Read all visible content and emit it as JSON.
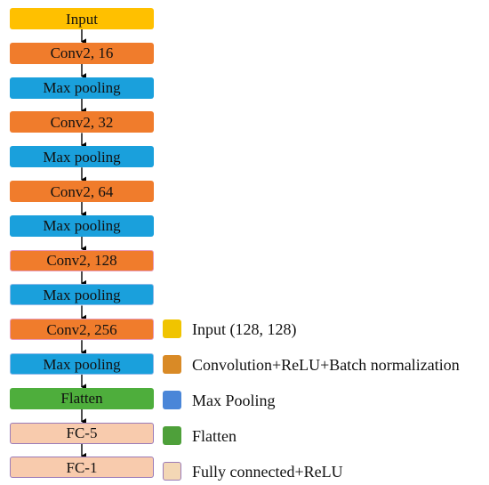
{
  "layers": [
    {
      "label": "Input",
      "kind": "input"
    },
    {
      "label": "Conv2, 16",
      "kind": "conv"
    },
    {
      "label": "Max pooling",
      "kind": "pool"
    },
    {
      "label": "Conv2, 32",
      "kind": "conv"
    },
    {
      "label": "Max pooling",
      "kind": "pool"
    },
    {
      "label": "Conv2, 64",
      "kind": "conv"
    },
    {
      "label": "Max pooling",
      "kind": "pool"
    },
    {
      "label": "Conv2, 128",
      "kind": "conv"
    },
    {
      "label": "Max pooling",
      "kind": "pool"
    },
    {
      "label": "Conv2, 256",
      "kind": "conv"
    },
    {
      "label": "Max pooling",
      "kind": "pool"
    },
    {
      "label": "Flatten",
      "kind": "flatten"
    },
    {
      "label": "FC-5",
      "kind": "fc"
    },
    {
      "label": "FC-1",
      "kind": "fc"
    }
  ],
  "legend": [
    {
      "label": "Input (128, 128)",
      "kind": "input"
    },
    {
      "label": "Convolution+ReLU+Batch normalization",
      "kind": "conv"
    },
    {
      "label": "Max Pooling",
      "kind": "pool"
    },
    {
      "label": "Flatten",
      "kind": "flatten"
    },
    {
      "label": "Fully connected+ReLU",
      "kind": "fc"
    }
  ],
  "colors": {
    "input": "#FFC000",
    "conv": "#F07C2C",
    "pool": "#1AA0DC",
    "flatten": "#4EAE3C",
    "fc": "#F8CBAD",
    "arrow": "#000000"
  },
  "legend_colors": {
    "input": "#F0C400",
    "conv": "#D98A26",
    "pool": "#4A86D8",
    "flatten": "#4EA03A",
    "fc": "#F3D7B5"
  }
}
